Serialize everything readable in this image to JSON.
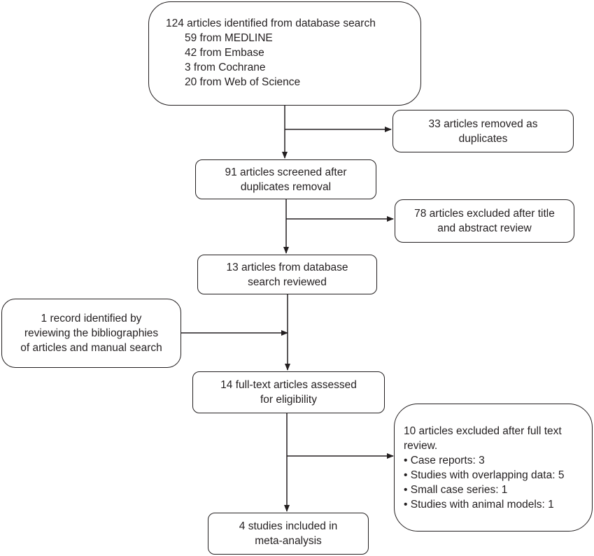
{
  "flow": {
    "search": {
      "title": "124 articles identified from database search",
      "sources": [
        "59 from MEDLINE",
        "42 from Embase",
        "3 from Cochrane",
        "20 from Web of Science"
      ]
    },
    "duplicates_removed": [
      "33 articles removed as",
      "duplicates"
    ],
    "screened": [
      "91 articles screened after",
      "duplicates removal"
    ],
    "excluded_title": [
      "78 articles excluded after title",
      "and abstract review"
    ],
    "reviewed": [
      "13 articles from database",
      "search reviewed"
    ],
    "manual": [
      "1 record identified by",
      "reviewing the bibliographies",
      "of articles and manual search"
    ],
    "fulltext": [
      "14 full-text articles assessed",
      "for eligibility"
    ],
    "excluded_fulltext": {
      "title": [
        "10 articles excluded after full text",
        "review."
      ],
      "reasons": [
        "• Case reports: 3",
        "• Studies with overlapping data: 5",
        "• Small case series: 1",
        "• Studies with animal models: 1"
      ]
    },
    "included": [
      "4 studies included in",
      "meta-analysis"
    ]
  }
}
